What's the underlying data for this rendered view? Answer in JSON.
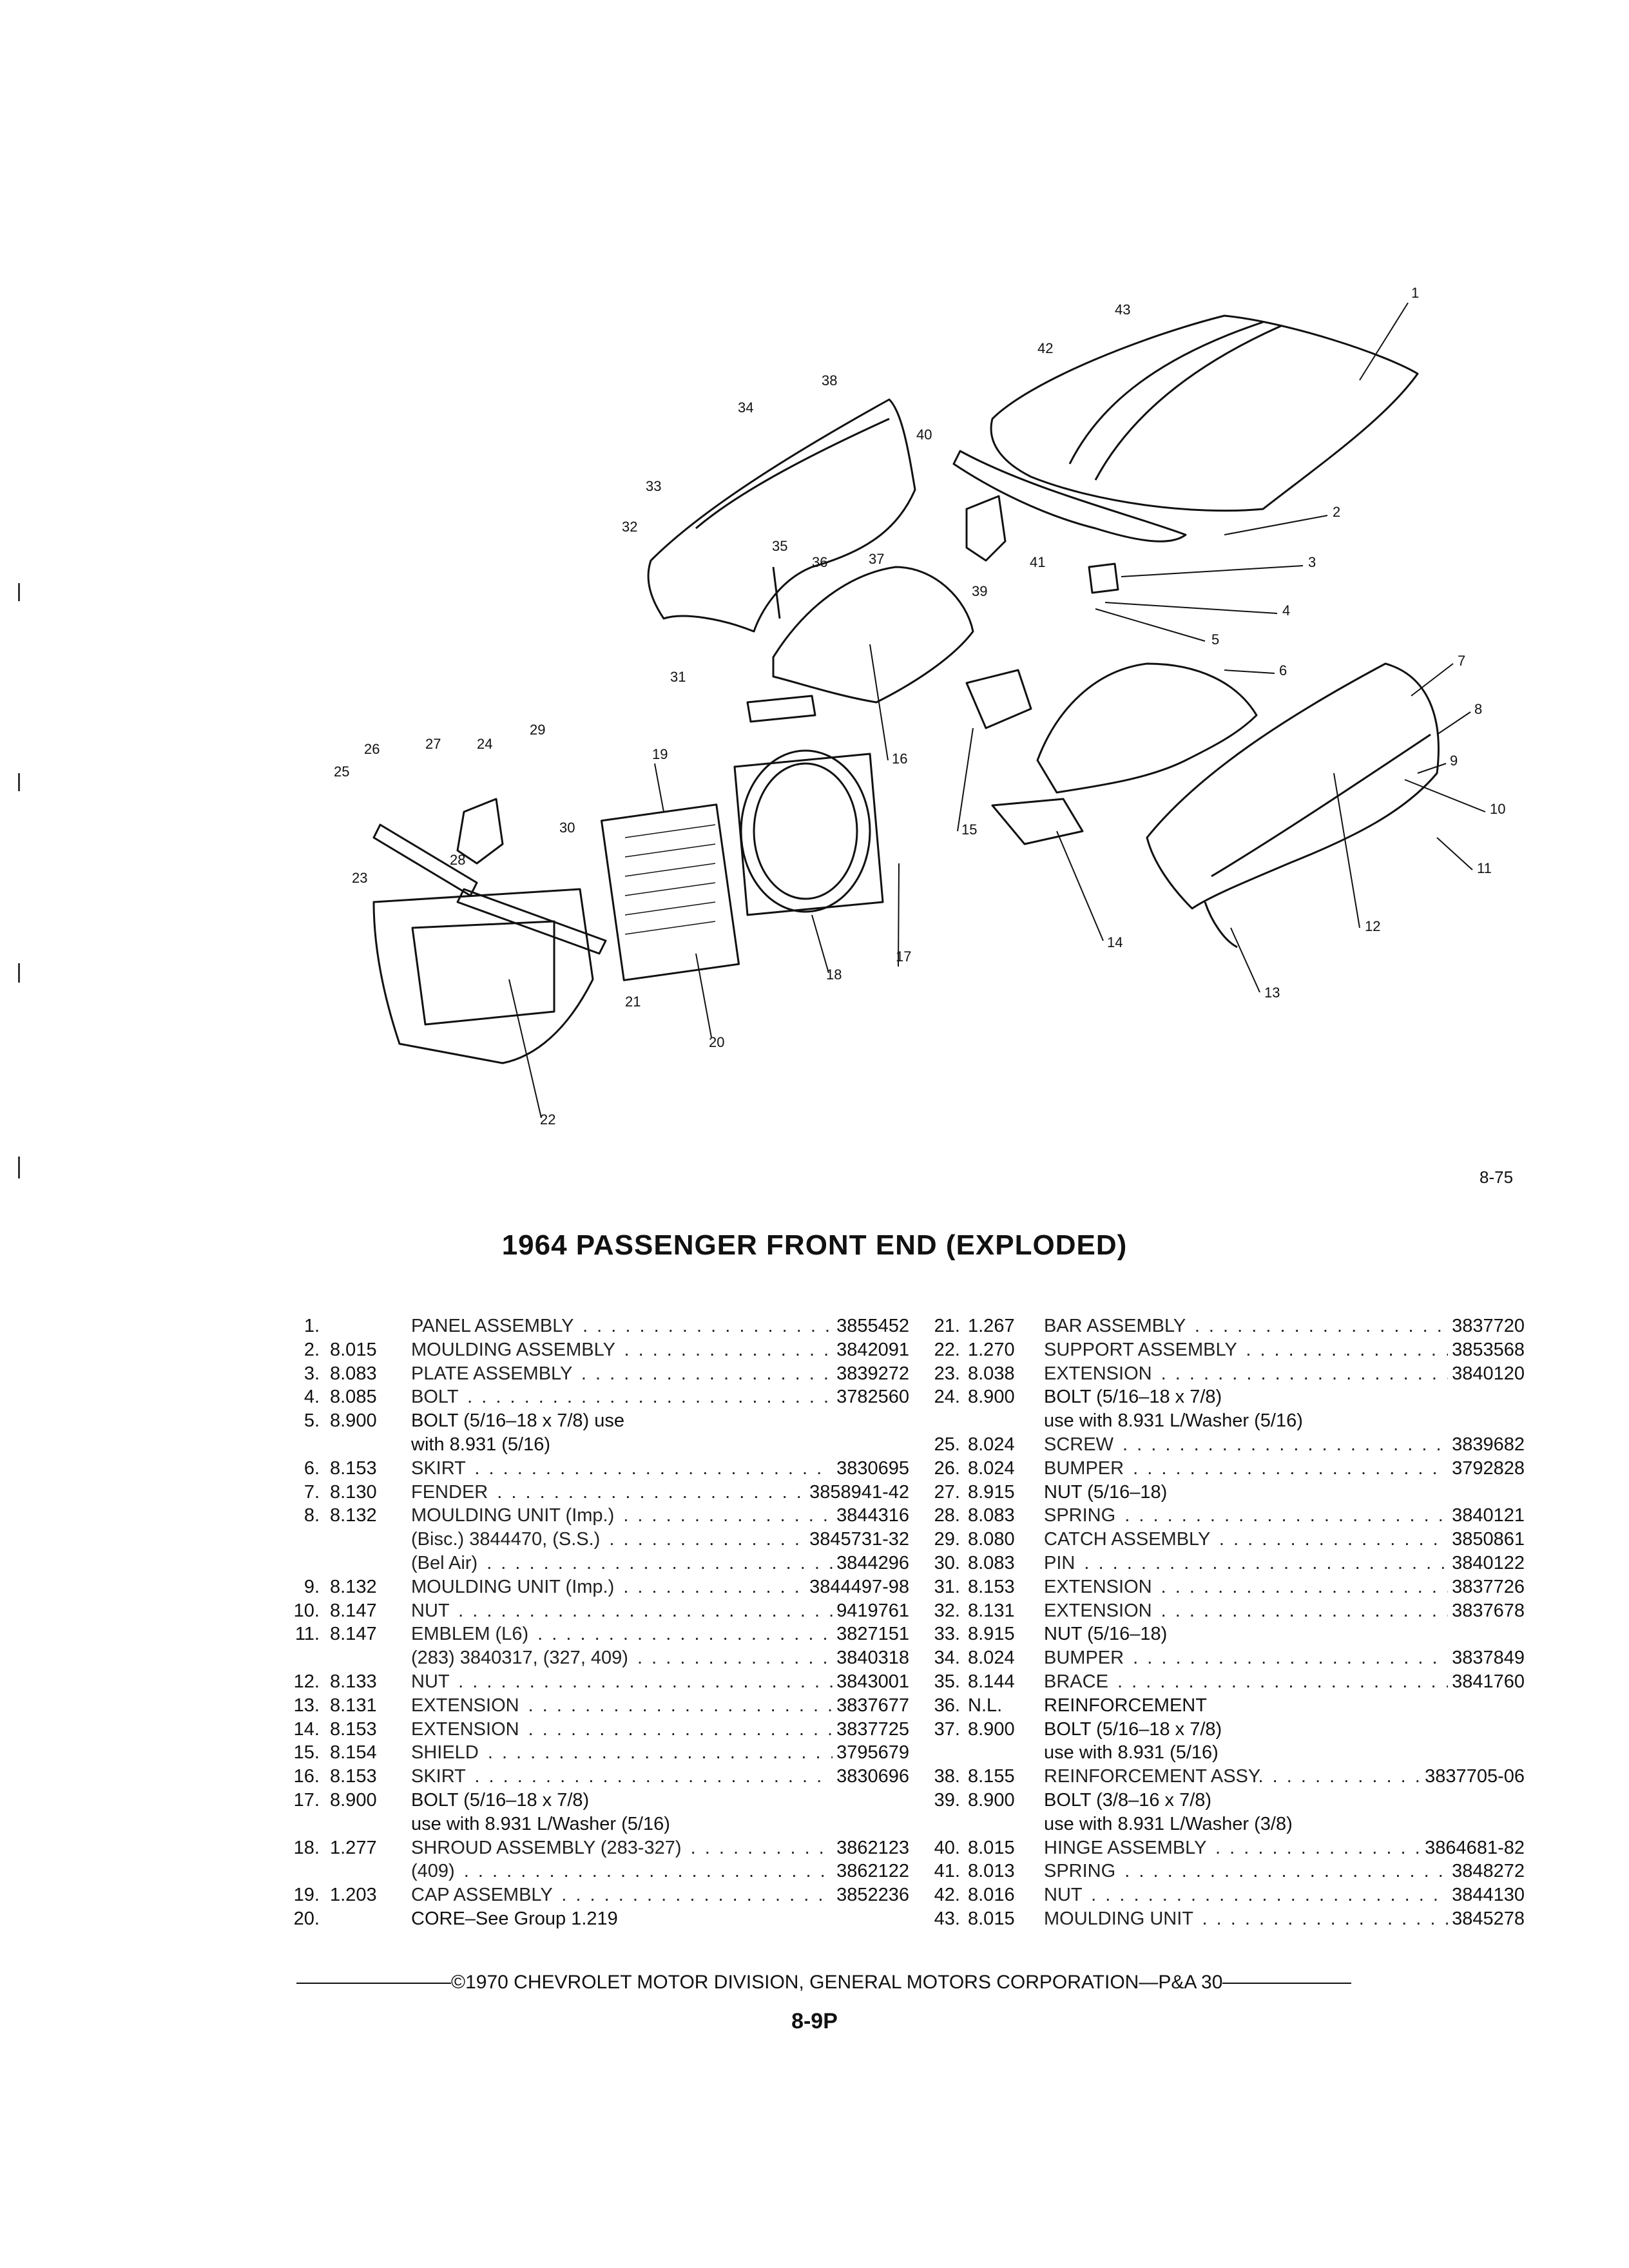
{
  "figure_number": "8-75",
  "title": "1964 PASSENGER FRONT END (EXPLODED)",
  "callouts": [
    "1",
    "2",
    "3",
    "4",
    "5",
    "6",
    "7",
    "8",
    "9",
    "10",
    "11",
    "12",
    "13",
    "14",
    "15",
    "16",
    "17",
    "18",
    "19",
    "20",
    "21",
    "22",
    "23",
    "24",
    "25",
    "26",
    "27",
    "28",
    "29",
    "30",
    "31",
    "32",
    "33",
    "34",
    "35",
    "36",
    "37",
    "38",
    "39",
    "40",
    "41",
    "42",
    "43"
  ],
  "parts_left": [
    {
      "num": "1.",
      "group": "",
      "name": "PANEL ASSEMBLY",
      "part": "3855452"
    },
    {
      "num": "2.",
      "group": "8.015",
      "name": "MOULDING ASSEMBLY",
      "part": "3842091"
    },
    {
      "num": "3.",
      "group": "8.083",
      "name": "PLATE ASSEMBLY",
      "part": "3839272"
    },
    {
      "num": "4.",
      "group": "8.085",
      "name": "BOLT",
      "part": "3782560"
    },
    {
      "num": "5.",
      "group": "8.900",
      "name": "BOLT (5/16–18 x 7/8) use",
      "part": ""
    },
    {
      "num": "",
      "group": "",
      "name": "with 8.931 (5/16)",
      "part": ""
    },
    {
      "num": "6.",
      "group": "8.153",
      "name": "SKIRT",
      "part": "3830695"
    },
    {
      "num": "7.",
      "group": "8.130",
      "name": "FENDER",
      "part": "3858941-42"
    },
    {
      "num": "8.",
      "group": "8.132",
      "name": "MOULDING UNIT (Imp.)",
      "part": "3844316"
    },
    {
      "num": "",
      "group": "",
      "name": "(Bisc.) 3844470, (S.S.)",
      "part": "3845731-32"
    },
    {
      "num": "",
      "group": "",
      "name": "(Bel Air)",
      "part": "3844296"
    },
    {
      "num": "9.",
      "group": "8.132",
      "name": "MOULDING UNIT (Imp.)",
      "part": "3844497-98"
    },
    {
      "num": "10.",
      "group": "8.147",
      "name": "NUT",
      "part": "9419761"
    },
    {
      "num": "11.",
      "group": "8.147",
      "name": "EMBLEM (L6)",
      "part": "3827151"
    },
    {
      "num": "",
      "group": "",
      "name": "(283) 3840317, (327, 409)",
      "part": "3840318"
    },
    {
      "num": "12.",
      "group": "8.133",
      "name": "NUT",
      "part": "3843001"
    },
    {
      "num": "13.",
      "group": "8.131",
      "name": "EXTENSION",
      "part": "3837677"
    },
    {
      "num": "14.",
      "group": "8.153",
      "name": "EXTENSION",
      "part": "3837725"
    },
    {
      "num": "15.",
      "group": "8.154",
      "name": "SHIELD",
      "part": "3795679"
    },
    {
      "num": "16.",
      "group": "8.153",
      "name": "SKIRT",
      "part": "3830696"
    },
    {
      "num": "17.",
      "group": "8.900",
      "name": "BOLT (5/16–18 x 7/8)",
      "part": ""
    },
    {
      "num": "",
      "group": "",
      "name": "use with 8.931 L/Washer (5/16)",
      "part": ""
    },
    {
      "num": "18.",
      "group": "1.277",
      "name": "SHROUD ASSEMBLY (283-327)",
      "part": "3862123"
    },
    {
      "num": "",
      "group": "",
      "name": "(409)",
      "part": "3862122"
    },
    {
      "num": "19.",
      "group": "1.203",
      "name": "CAP ASSEMBLY",
      "part": "3852236"
    },
    {
      "num": "20.",
      "group": "",
      "name": "CORE–See Group 1.219",
      "part": ""
    }
  ],
  "parts_right": [
    {
      "num": "21.",
      "group": "1.267",
      "name": "BAR ASSEMBLY",
      "part": "3837720"
    },
    {
      "num": "22.",
      "group": "1.270",
      "name": "SUPPORT ASSEMBLY",
      "part": "3853568"
    },
    {
      "num": "23.",
      "group": "8.038",
      "name": "EXTENSION",
      "part": "3840120"
    },
    {
      "num": "24.",
      "group": "8.900",
      "name": "BOLT (5/16–18 x 7/8)",
      "part": ""
    },
    {
      "num": "",
      "group": "",
      "name": "use with 8.931 L/Washer (5/16)",
      "part": ""
    },
    {
      "num": "25.",
      "group": "8.024",
      "name": "SCREW",
      "part": "3839682"
    },
    {
      "num": "26.",
      "group": "8.024",
      "name": "BUMPER",
      "part": "3792828"
    },
    {
      "num": "27.",
      "group": "8.915",
      "name": "NUT (5/16–18)",
      "part": ""
    },
    {
      "num": "28.",
      "group": "8.083",
      "name": "SPRING",
      "part": "3840121"
    },
    {
      "num": "29.",
      "group": "8.080",
      "name": "CATCH ASSEMBLY",
      "part": "3850861"
    },
    {
      "num": "30.",
      "group": "8.083",
      "name": "PIN",
      "part": "3840122"
    },
    {
      "num": "31.",
      "group": "8.153",
      "name": "EXTENSION",
      "part": "3837726"
    },
    {
      "num": "32.",
      "group": "8.131",
      "name": "EXTENSION",
      "part": "3837678"
    },
    {
      "num": "33.",
      "group": "8.915",
      "name": "NUT (5/16–18)",
      "part": ""
    },
    {
      "num": "34.",
      "group": "8.024",
      "name": "BUMPER",
      "part": "3837849"
    },
    {
      "num": "35.",
      "group": "8.144",
      "name": "BRACE",
      "part": "3841760"
    },
    {
      "num": "36.",
      "group": "N.L.",
      "name": "REINFORCEMENT",
      "part": ""
    },
    {
      "num": "37.",
      "group": "8.900",
      "name": "BOLT (5/16–18 x 7/8)",
      "part": ""
    },
    {
      "num": "",
      "group": "",
      "name": "use with 8.931 (5/16)",
      "part": ""
    },
    {
      "num": "38.",
      "group": "8.155",
      "name": "REINFORCEMENT ASSY.",
      "part": "3837705-06"
    },
    {
      "num": "39.",
      "group": "8.900",
      "name": "BOLT (3/8–16 x 7/8)",
      "part": ""
    },
    {
      "num": "",
      "group": "",
      "name": "use with 8.931 L/Washer (3/8)",
      "part": ""
    },
    {
      "num": "40.",
      "group": "8.015",
      "name": "HINGE ASSEMBLY",
      "part": "3864681-82"
    },
    {
      "num": "41.",
      "group": "8.013",
      "name": "SPRING",
      "part": "3848272"
    },
    {
      "num": "42.",
      "group": "8.016",
      "name": "NUT",
      "part": "3844130"
    },
    {
      "num": "43.",
      "group": "8.015",
      "name": "MOULDING UNIT",
      "part": "3845278"
    }
  ],
  "footer": "©1970 CHEVROLET MOTOR DIVISION, GENERAL MOTORS CORPORATION—P&A 30",
  "page_number": "8-9P"
}
